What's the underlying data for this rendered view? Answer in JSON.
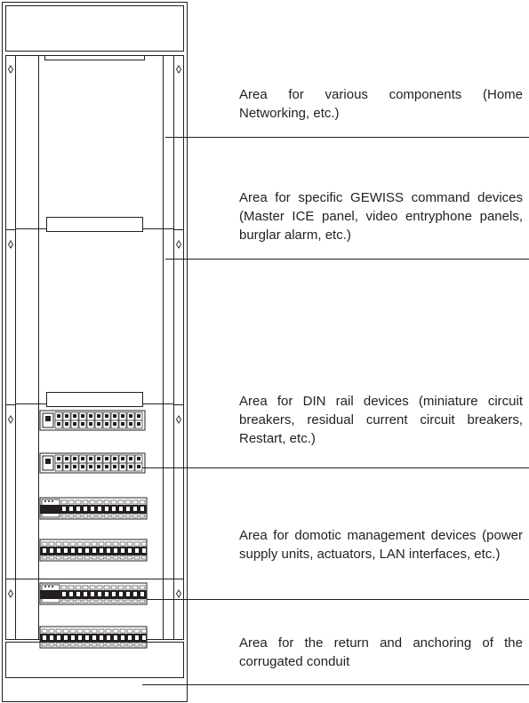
{
  "colors": {
    "line": "#231f20",
    "background": "#ffffff",
    "panel": "#ffffff",
    "device_dark": "#231f20"
  },
  "areas": [
    {
      "id": "various-components",
      "label": "Area for various components (Home Networking, etc.)"
    },
    {
      "id": "gewiss-command-devices",
      "label": "Area for specific GEWISS command devic­es (Master ICE panel, video entryphone panels, burglar alarm, etc.)"
    },
    {
      "id": "din-rail-devices",
      "label": "Area for DIN rail devices (miniature circuit breakers, residual current circuit break­ers, Restart, etc.)"
    },
    {
      "id": "domotic-management-devices",
      "label": "Area for domotic management devices (power supply units, actuators, LAN inter­faces, etc.)"
    },
    {
      "id": "return-anchoring",
      "label": "Area for the return and anchoring of the corrugated conduit"
    }
  ]
}
